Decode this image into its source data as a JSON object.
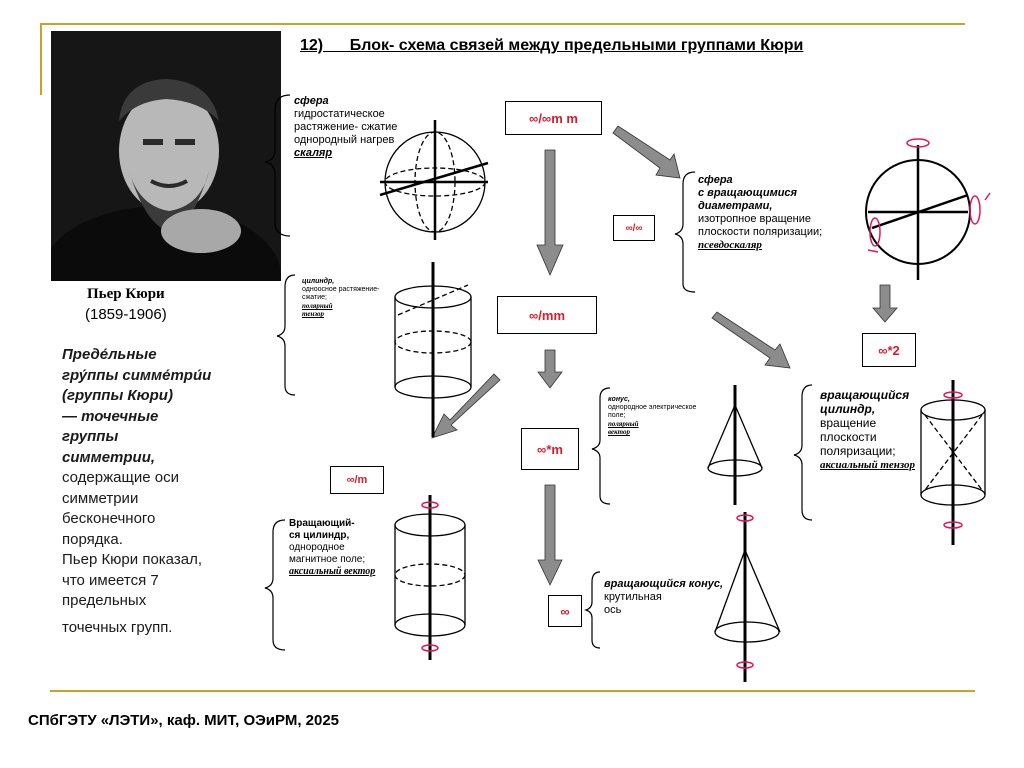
{
  "title": "12)      Блок- схема связей между предельными группами Кюри",
  "portrait": {
    "name": "Пьер Кюри",
    "years": "(1859-1906)"
  },
  "description": {
    "line1": "Преде́льные",
    "line2": "гру́ппы симме́три́и",
    "line3": "(группы Кюри)",
    "line4": "— точечные",
    "line5": "группы",
    "line6": "симметрии,",
    "line7": "содержащие оси",
    "line8": "симметрии",
    "line9": "бесконечного",
    "line10": "порядка.",
    "line11": "Пьер Кюри показал,",
    "line12": "что имеется 7",
    "line13": "предельных",
    "line14": "точечных групп."
  },
  "groups": {
    "g1": "∞/∞m m",
    "g2": "∞/∞",
    "g3": "∞/mm",
    "g4": "∞*2",
    "g5": "∞*m",
    "g6": "∞/m",
    "g7": "∞"
  },
  "labels": {
    "sphere": {
      "l1": "сфера",
      "l2": "гидростатическое",
      "l3": "растяжение- сжатие",
      "l4": "однородный нагрев",
      "l5": "скаляр"
    },
    "rot_sphere": {
      "l1": "сфера",
      "l2": "с вращающимися",
      "l3": "диаметрами,",
      "l4": "изотропное вращение",
      "l5": "плоскости поляризации;",
      "l6": "псевдоскаляр"
    },
    "cylinder": {
      "l1": "цилиндр,",
      "l2": "одноосное растяжение-",
      "l3": "сжатие;",
      "l4": "полярный",
      "l5": "тензор"
    },
    "cone": {
      "l1": "конус,",
      "l2": "однородное электрическое",
      "l3": "поле;",
      "l4": "полярный",
      "l5": "вектор"
    },
    "rot_cylinder_tw": {
      "l1": "вращающийся",
      "l2": "цилиндр,",
      "l3": "вращение",
      "l4": "плоскости",
      "l5": "поляризации;",
      "l6": "аксиальный тензор"
    },
    "rot_cylinder": {
      "l1": "Вращающий-",
      "l2": "ся цилиндр,",
      "l3": "однородное",
      "l4": "магнитное поле;",
      "l5": "аксиальный вектор"
    },
    "rot_cone": {
      "l1": "вращающийся конус,",
      "l2": "крутильная",
      "l3": "ось"
    }
  },
  "footer": "СПбГЭТУ «ЛЭТИ», каф. МИТ, ОЭиРМ, 2025",
  "colors": {
    "accent_gold": "#c9a227",
    "group_red": "#d81c2e",
    "rotation_pink": "#e0185a",
    "arrow_gray": "#8c8c8c"
  }
}
